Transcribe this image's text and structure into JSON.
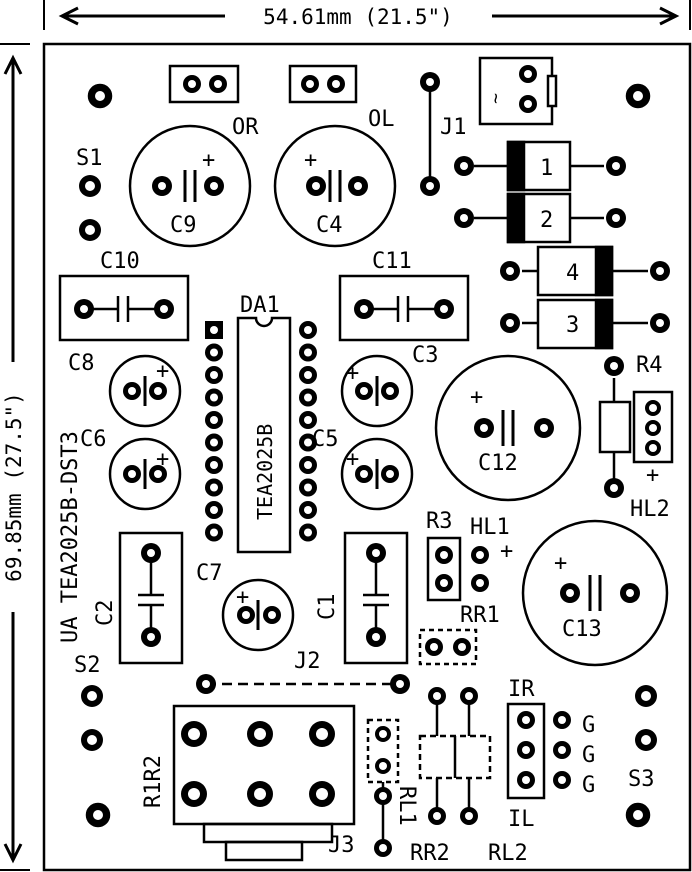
{
  "dimensions": {
    "width_label": "54.61mm (21.5\")",
    "height_label": "69.85mm (27.5\")"
  },
  "board_text": "UA TEA2025B-DST3",
  "ic": {
    "ref": "DA1",
    "part": "TEA2025B"
  },
  "labels": {
    "or": "OR",
    "ol": "OL",
    "j1": "J1",
    "s1": "S1",
    "s2": "S2",
    "s3": "S3",
    "c1": "C1",
    "c2": "C2",
    "c3": "C3",
    "c4": "C4",
    "c5": "C5",
    "c6": "C6",
    "c7": "C7",
    "c8": "C8",
    "c9": "C9",
    "c10": "C10",
    "c11": "C11",
    "c12": "C12",
    "c13": "C13",
    "r3": "R3",
    "r4": "R4",
    "hl1": "HL1",
    "hl2": "HL2",
    "rr1": "RR1",
    "rr2": "RR2",
    "rl1": "RL1",
    "rl2": "RL2",
    "j2": "J2",
    "j3": "J3",
    "ir": "IR",
    "il": "IL",
    "r1r2": "R1R2",
    "g1": "G",
    "g2": "G",
    "g3": "G",
    "d1": "1",
    "d2": "2",
    "d3": "3",
    "d4": "4",
    "plus": "+",
    "tilde": "~"
  },
  "colors": {
    "ink": "#000000",
    "board": "#ffffff"
  }
}
